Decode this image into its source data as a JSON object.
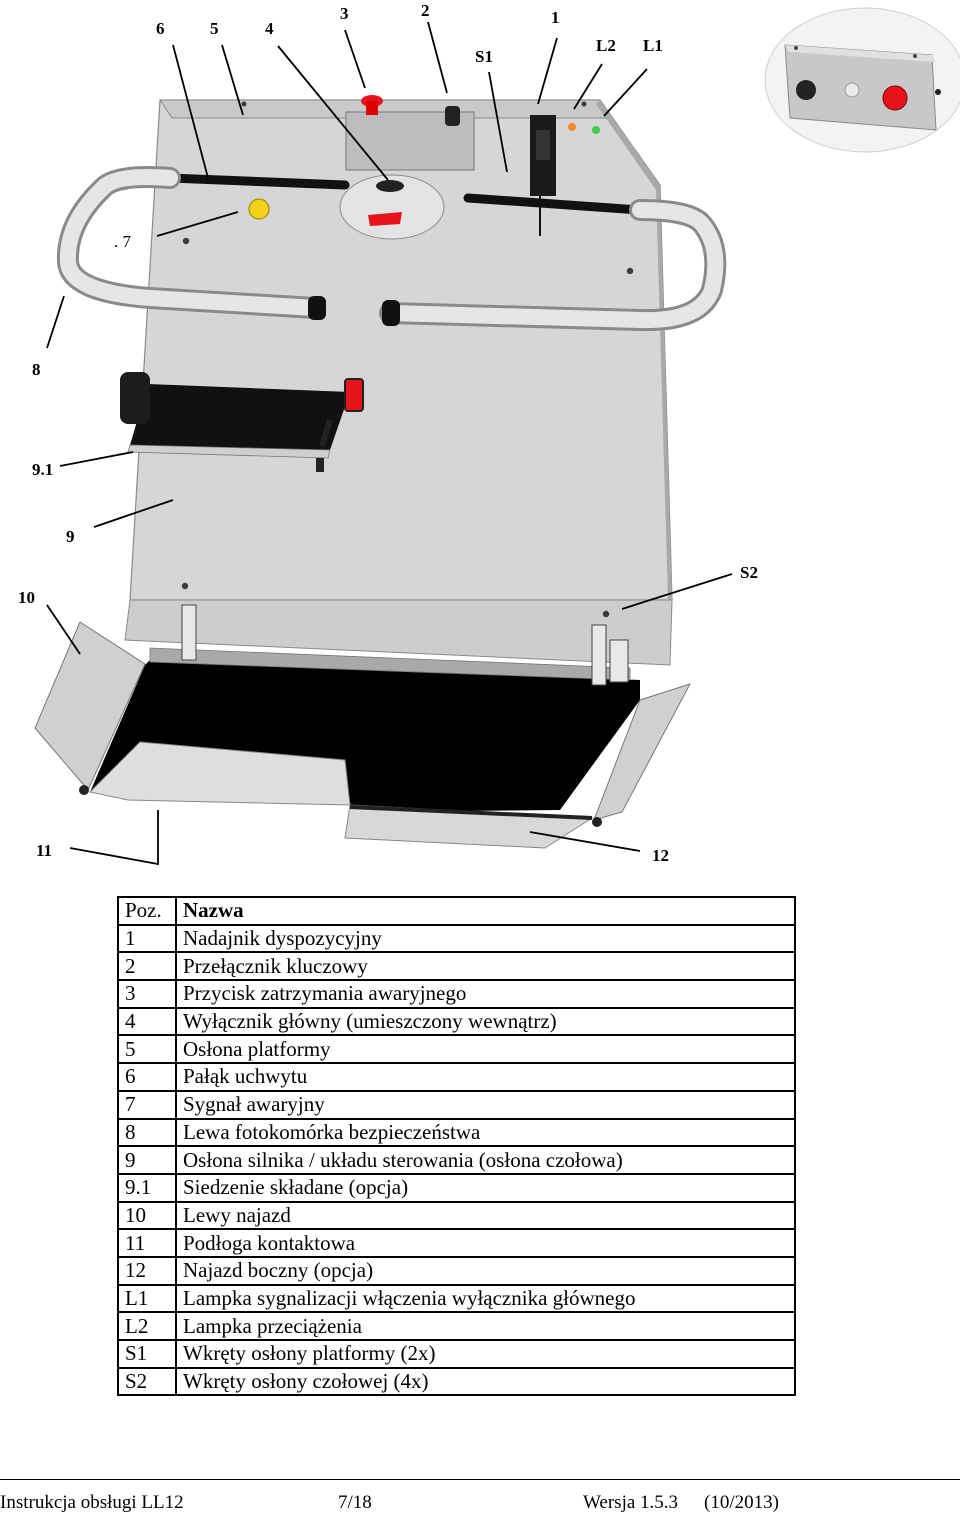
{
  "figure": {
    "callouts": {
      "c6": "6",
      "c5": "5",
      "c4": "4",
      "c3": "3",
      "c2": "2",
      "c1": "1",
      "cS1": "S1",
      "cL2": "L2",
      "cL1": "L1",
      "c7": ". 7",
      "c8": "8",
      "c91": "9.1",
      "c9": "9",
      "cS2": "S2",
      "c10": "10",
      "c11": "11",
      "c12": "12"
    },
    "colors": {
      "panel": "#d4d4d4",
      "panel_dark": "#b9b9b9",
      "platform": "#000000",
      "emergency_red": "#e8121b",
      "lamp_green": "#3fd04a",
      "lamp_orange": "#f08a2a",
      "warning_yellow": "#f2d21a"
    }
  },
  "table": {
    "header": {
      "pos": "Poz.",
      "name": "Nazwa"
    },
    "rows": [
      {
        "pos": "1",
        "name": "Nadajnik dyspozycyjny"
      },
      {
        "pos": "2",
        "name": "Przełącznik kluczowy"
      },
      {
        "pos": "3",
        "name": "Przycisk zatrzymania awaryjnego"
      },
      {
        "pos": "4",
        "name": "Wyłącznik główny (umieszczony wewnątrz)"
      },
      {
        "pos": "5",
        "name": "Osłona platformy"
      },
      {
        "pos": "6",
        "name": "Pałąk uchwytu"
      },
      {
        "pos": "7",
        "name": "Sygnał awaryjny"
      },
      {
        "pos": "8",
        "name": "Lewa fotokomórka bezpieczeństwa"
      },
      {
        "pos": "9",
        "name": "Osłona silnika / układu sterowania (osłona czołowa)"
      },
      {
        "pos": "9.1",
        "name": "Siedzenie składane (opcja)"
      },
      {
        "pos": "10",
        "name": "Lewy najazd"
      },
      {
        "pos": "11",
        "name": "Podłoga kontaktowa"
      },
      {
        "pos": "12",
        "name": "Najazd boczny (opcja)"
      },
      {
        "pos": "L1",
        "name": "Lampka sygnalizacji włączenia wyłącznika głównego"
      },
      {
        "pos": "L2",
        "name": "Lampka przeciążenia"
      },
      {
        "pos": "S1",
        "name": "Wkręty osłony platformy (2x)"
      },
      {
        "pos": "S2",
        "name": "Wkręty osłony czołowej (4x)"
      }
    ]
  },
  "footer": {
    "manual": "Instrukcja obsługi LL12",
    "page": "7/18",
    "version": "Wersja 1.5.3",
    "date": "(10/2013)"
  }
}
